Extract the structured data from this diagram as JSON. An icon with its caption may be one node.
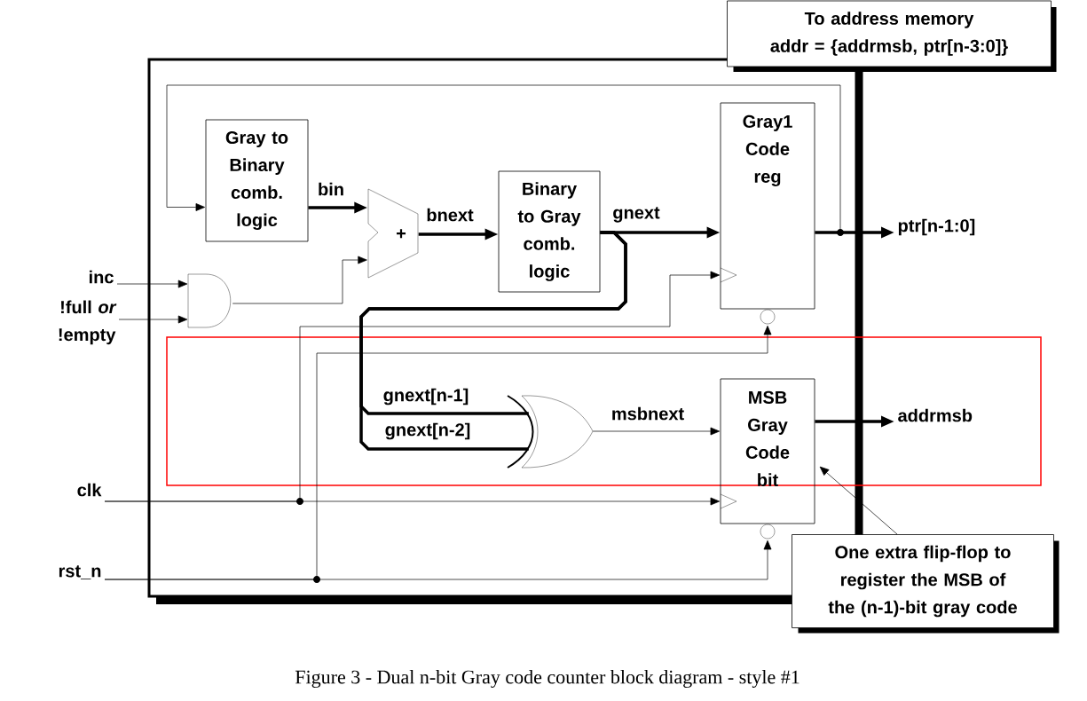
{
  "diagram": {
    "caption": "Figure 3 - Dual n-bit Gray code counter block diagram - style #1",
    "nodes": [
      {
        "text": [
          "Gray to Binary comb. logic"
        ]
      },
      {
        "text": [
          "+"
        ]
      },
      {
        "text": [
          "Binary to Gray comb. logic"
        ]
      },
      {
        "text": [
          "Gray1 Code reg"
        ]
      },
      {
        "text": [],
        "shape": "gate"
      },
      {
        "text": [],
        "shape": "gate"
      },
      {
        "text": [
          "MSB Gray Code bit"
        ]
      },
      {
        "text": [
          "To address memory",
          "addr = {addrmsb, ptr[n-3:0]}"
        ]
      },
      {
        "text": [
          "One extra flip-flop to register the MSB of the (n-1)-bit gray code"
        ]
      },
      {
        "text": [
          "inc"
        ]
      },
      {
        "text": [
          "!full *or* !empty"
        ]
      },
      {
        "text": [
          "clk"
        ]
      },
      {
        "text": [
          "rst_n"
        ]
      },
      {
        "text": [
          "ptr[n-1:0]"
        ]
      },
      {
        "text": [
          "addrmsb"
        ]
      }
    ],
    "edges": [
      {
        "from": 3,
        "to": 0,
        "arrow": "to"
      },
      {
        "from": 0,
        "to": 1,
        "arrow": "to",
        "label": "bin",
        "style": "thick"
      },
      {
        "from": 1,
        "to": 2,
        "arrow": "to",
        "label": "bnext",
        "style": "thick"
      },
      {
        "from": 2,
        "to": 3,
        "arrow": "to",
        "label": "gnext",
        "style": "thick"
      },
      {
        "from": 2,
        "to": 5,
        "arrow": "none",
        "label": "gnext[n-1]",
        "style": "thick"
      },
      {
        "from": 2,
        "to": 5,
        "arrow": "none",
        "label": "gnext[n-2]",
        "style": "thick"
      },
      {
        "from": 9,
        "to": 4,
        "arrow": "to"
      },
      {
        "from": 10,
        "to": 4,
        "arrow": "to"
      },
      {
        "from": 4,
        "to": 1,
        "arrow": "to"
      },
      {
        "from": 5,
        "to": 6,
        "arrow": "to",
        "label": "msbnext"
      },
      {
        "from": 11,
        "to": 6,
        "arrow": "to"
      },
      {
        "from": 11,
        "to": 3,
        "arrow": "to"
      },
      {
        "from": 12,
        "to": 6,
        "arrow": "to"
      },
      {
        "from": 12,
        "to": 3,
        "arrow": "to"
      },
      {
        "from": 3,
        "to": 13,
        "arrow": "to",
        "style": "thick"
      },
      {
        "from": 6,
        "to": 14,
        "arrow": "to",
        "style": "thick"
      },
      {
        "from": 8,
        "to": 6,
        "arrow": "to"
      }
    ]
  }
}
